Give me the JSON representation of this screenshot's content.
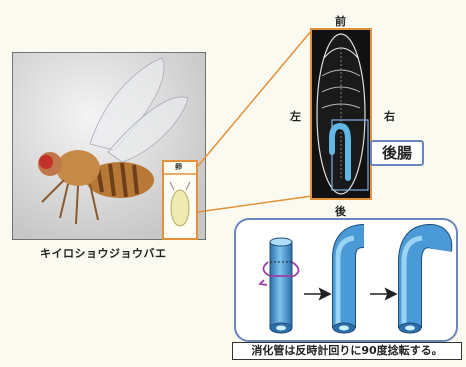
{
  "fly": {
    "name_label": "キイロショウジョウバエ",
    "egg_tag": "卵"
  },
  "embryo": {
    "dir_front": "前",
    "dir_back": "後",
    "dir_left": "左",
    "dir_right": "右",
    "hindgut_label": "後腸"
  },
  "rotation": {
    "caption": "消化管は反時計回りに90度捻転する。"
  },
  "colors": {
    "connector": "#e3913a",
    "panel_border": "#6b86b8",
    "tube_fill": "#4a9ad8"
  }
}
